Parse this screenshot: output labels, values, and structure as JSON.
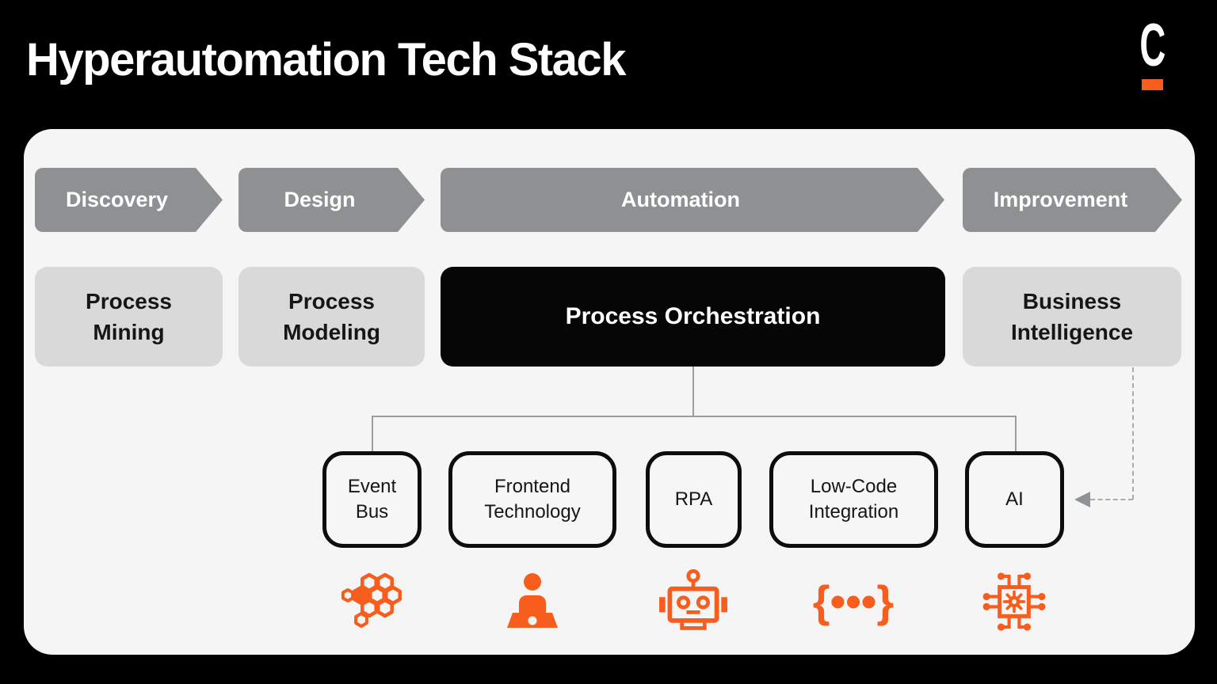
{
  "title": "Hyperautomation Tech Stack",
  "logo": {
    "letter": "C"
  },
  "stages": [
    {
      "label": "Discovery"
    },
    {
      "label": "Design"
    },
    {
      "label": "Automation"
    },
    {
      "label": "Improvement"
    }
  ],
  "layers": [
    {
      "label": "Process\nMining"
    },
    {
      "label": "Process\nModeling"
    },
    {
      "label": "Process Orchestration"
    },
    {
      "label": "Business\nIntelligence"
    }
  ],
  "components": [
    {
      "label": "Event\nBus",
      "icon": "honeycomb-icon"
    },
    {
      "label": "Frontend\nTechnology",
      "icon": "person-laptop-icon"
    },
    {
      "label": "RPA",
      "icon": "robot-icon"
    },
    {
      "label": "Low-Code\nIntegration",
      "icon": "code-braces-icon"
    },
    {
      "label": "AI",
      "icon": "chip-gear-icon"
    }
  ],
  "icons": {
    "braces_glyph": "{•••}"
  },
  "colors": {
    "background": "#000000",
    "card": "#f5f5f6",
    "stage_arrow_gray": "#8e9092",
    "layer_box_gray": "#d9d9da",
    "orchestration_black": "#060606",
    "component_border": "#0d0d0d",
    "accent_orange": "#f75d1c",
    "connector_gray": "#9b9ea1",
    "dashed_gray": "#a9acaf"
  }
}
